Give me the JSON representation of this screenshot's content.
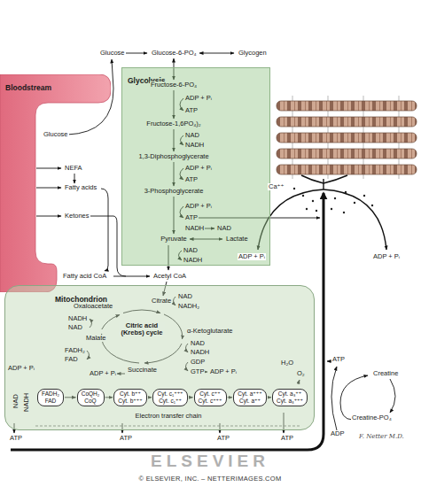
{
  "diagram": {
    "nodes": [
      {
        "text": [
          "Bloodstream"
        ]
      },
      {
        "text": [
          "Glycolysis"
        ]
      },
      {
        "text": [
          "Mitochondrion"
        ]
      },
      {
        "text": [
          "FADH₂",
          "FAD"
        ],
        "in": 2
      },
      {
        "text": [
          "CoQH₂",
          "CoQ"
        ],
        "in": 2
      },
      {
        "text": [
          "Cyt. b⁺⁺",
          "Cyt. b⁺⁺⁺"
        ],
        "in": 2
      },
      {
        "text": [
          "Cyt. c₁⁺⁺⁺",
          "Cyt. c₁⁺⁺"
        ],
        "in": 2
      },
      {
        "text": [
          "Cyt. c⁺⁺",
          "Cyt. c⁺⁺⁺"
        ],
        "in": 2
      },
      {
        "text": [
          "Cyt. a⁺⁺⁺",
          "Cyt. a⁺⁺"
        ],
        "in": 2
      },
      {
        "text": [
          "Cyt. a₃⁺⁺",
          "Cyt. a₃⁺⁺⁺"
        ],
        "in": 2
      }
    ],
    "edges": [
      {
        "from": 3,
        "to": 4,
        "arrow": "to"
      },
      {
        "from": 4,
        "to": 5,
        "arrow": "to"
      },
      {
        "from": 5,
        "to": 6,
        "arrow": "to"
      },
      {
        "from": 6,
        "to": 7,
        "arrow": "to"
      },
      {
        "from": 7,
        "to": 8,
        "arrow": "to"
      },
      {
        "from": 8,
        "to": 9,
        "arrow": "to"
      }
    ],
    "labels": [
      "Glucose",
      "Glucose-6-PO₄",
      "Glycogen",
      "Glucose",
      "Fructose-6-PO₄",
      "ADP + Pᵢ",
      "ATP",
      "Fructose-1,6PO₄)₂",
      "NAD",
      "NADH",
      "1,3-Diphosphoglycerate",
      "ADP + Pᵢ",
      "ATP",
      "3-Phosphoglycerate",
      "ADP + Pᵢ",
      "ATP",
      "NADH",
      "NAD",
      "Pyruvate",
      "Lactate",
      "NAD",
      "NADH",
      "NEFA",
      "Fatty acids",
      "Ketones",
      "Fatty acid CoA",
      "Acetyl CoA",
      "Oxaloacetate",
      "Citrate",
      "NAD",
      "NADH₂",
      "NADH",
      "NAD",
      "Citric acid (Krebs) cycle",
      "α-Ketoglutarate",
      "NAD",
      "NADH",
      "FADH₂",
      "FAD",
      "Malate",
      "GDP",
      "ADP + Pᵢ",
      "Succinate",
      "GTP",
      "ADP + Pᵢ",
      "ADP + Pᵢ",
      "NAD",
      "NADH",
      "H₂O",
      "O₂",
      "Electron transfer chain",
      "ATP",
      "ATP",
      "ATP",
      "ATP",
      "Ca⁺⁺",
      "ADP + Pᵢ",
      "ADP + Pᵢ",
      "ATP",
      "Creatine",
      "Creatine-PO₄",
      "ADP",
      "ELSEVIER",
      "F. Netter M.D.",
      "© ELSEVIER, INC. – NETTERIMAGES.COM"
    ]
  }
}
